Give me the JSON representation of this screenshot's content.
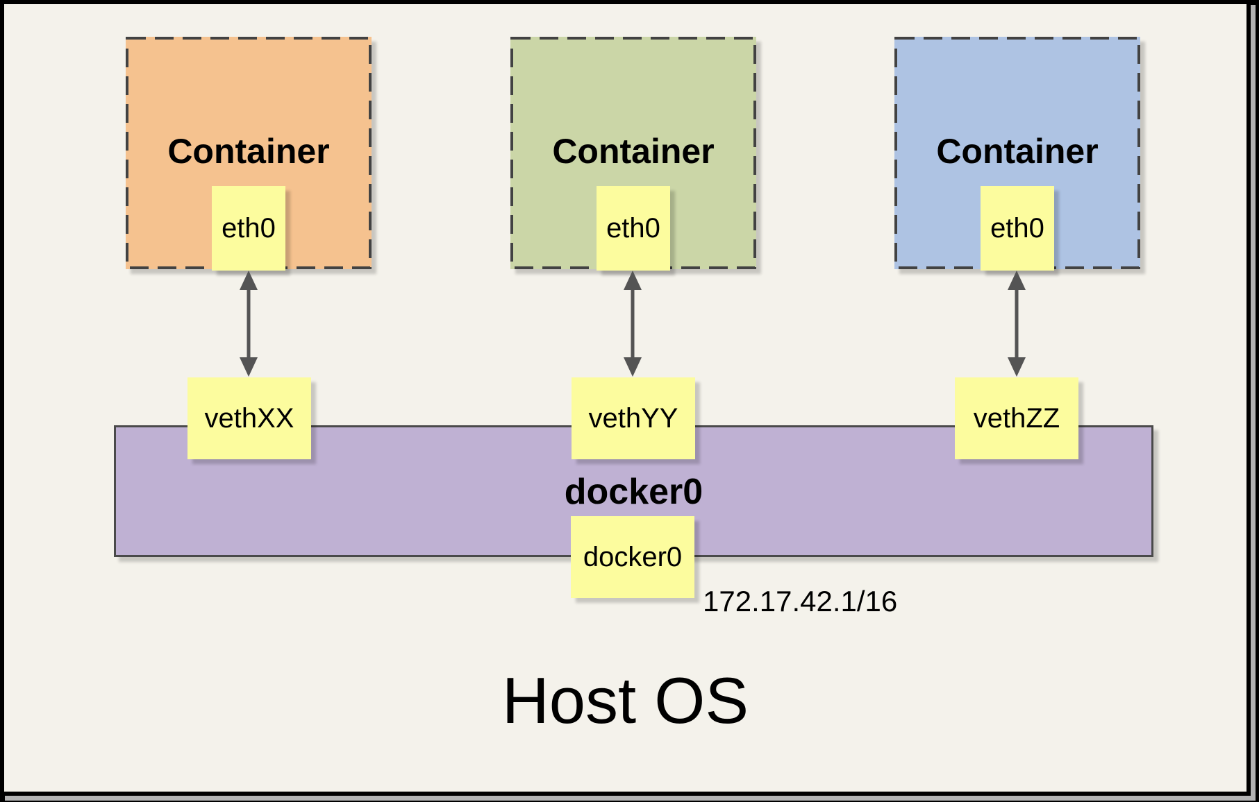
{
  "diagram": {
    "host_label": "Host OS",
    "bridge": {
      "name": "docker0",
      "interface_label": "docker0",
      "ip_address": "172.17.42.1/16",
      "fill": "#BFB1D3"
    },
    "containers": [
      {
        "label": "Container",
        "interface_label": "eth0",
        "veth_label": "vethXX",
        "fill": "#F5C28F"
      },
      {
        "label": "Container",
        "interface_label": "eth0",
        "veth_label": "vethYY",
        "fill": "#CBD6A7"
      },
      {
        "label": "Container",
        "interface_label": "eth0",
        "veth_label": "vethZZ",
        "fill": "#AEC3E3"
      }
    ],
    "colors": {
      "note_fill": "#FCFC9E",
      "page_background": "#F4F2EB",
      "dashed_stroke": "#424242",
      "arrow": "#545454",
      "frame": "#000000",
      "page_shadow": "#B3B3B3"
    }
  }
}
